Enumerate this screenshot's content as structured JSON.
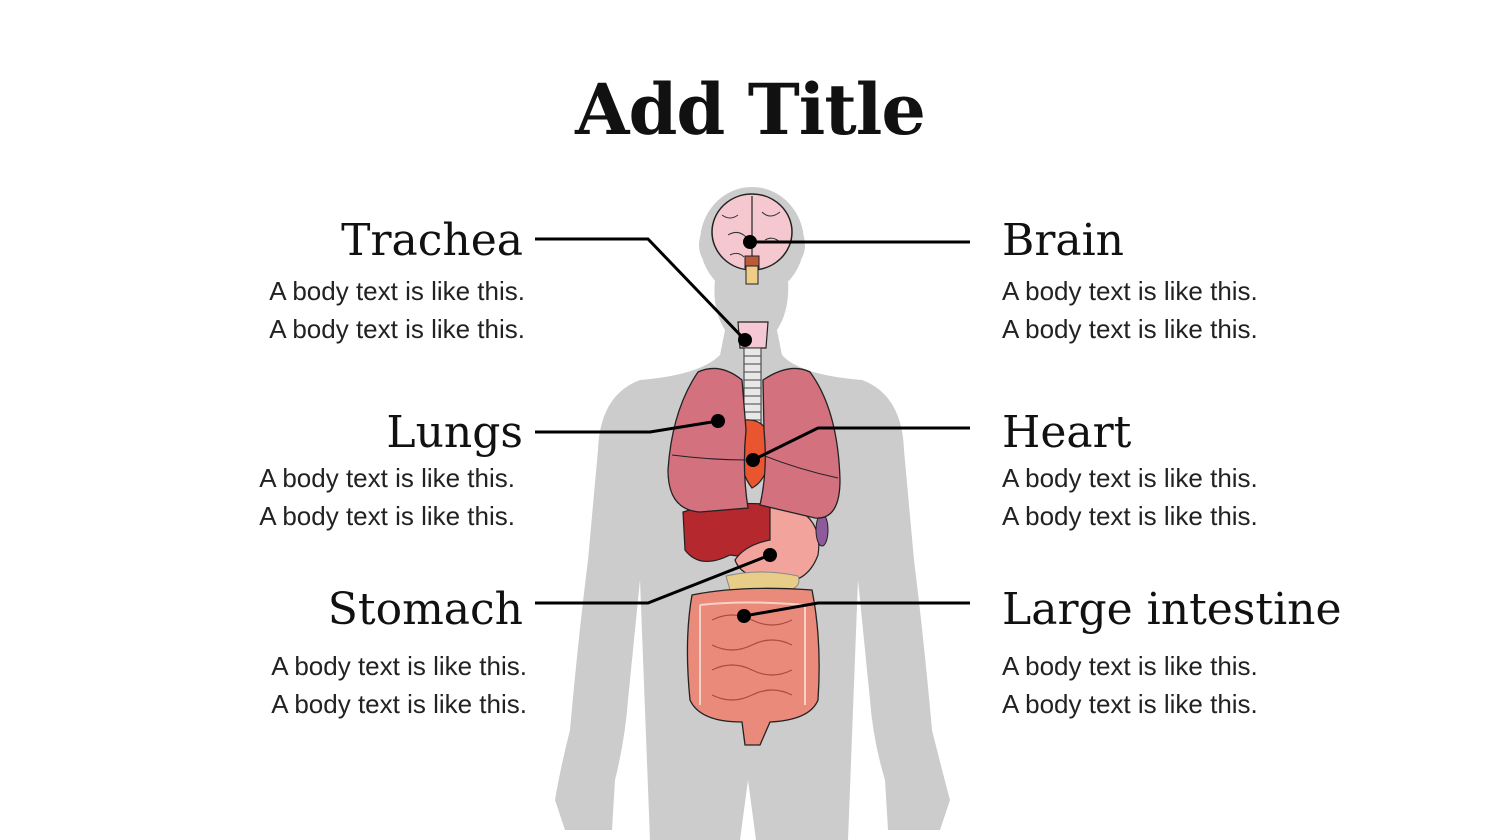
{
  "title": "Add Title",
  "labels": {
    "trachea": {
      "title": "Trachea",
      "line1": "A body text is like this.",
      "line2": "A body text is like this."
    },
    "lungs": {
      "title": "Lungs",
      "line1": "A body text is like this.",
      "line2": "A body text is like this."
    },
    "stomach": {
      "title": "Stomach",
      "line1": "A body text is like this.",
      "line2": "A body text is like this."
    },
    "brain": {
      "title": "Brain",
      "line1": "A body text is like this.",
      "line2": "A body text is like this."
    },
    "heart": {
      "title": "Heart",
      "line1": "A body text is like this.",
      "line2": "A body text is like this."
    },
    "large_intestine": {
      "title": "Large intestine",
      "line1": "A body text is like this.",
      "line2": "A body text is like this."
    }
  },
  "colors": {
    "silhouette": "#cccccc",
    "brain": "#f5c8cf",
    "lungs": "#d4717f",
    "heart": "#e8552f",
    "liver": "#b5292e",
    "stomach": "#f2a49c",
    "pancreas": "#e8cd88",
    "intestine": "#e98a7a",
    "connector": "#000000"
  }
}
